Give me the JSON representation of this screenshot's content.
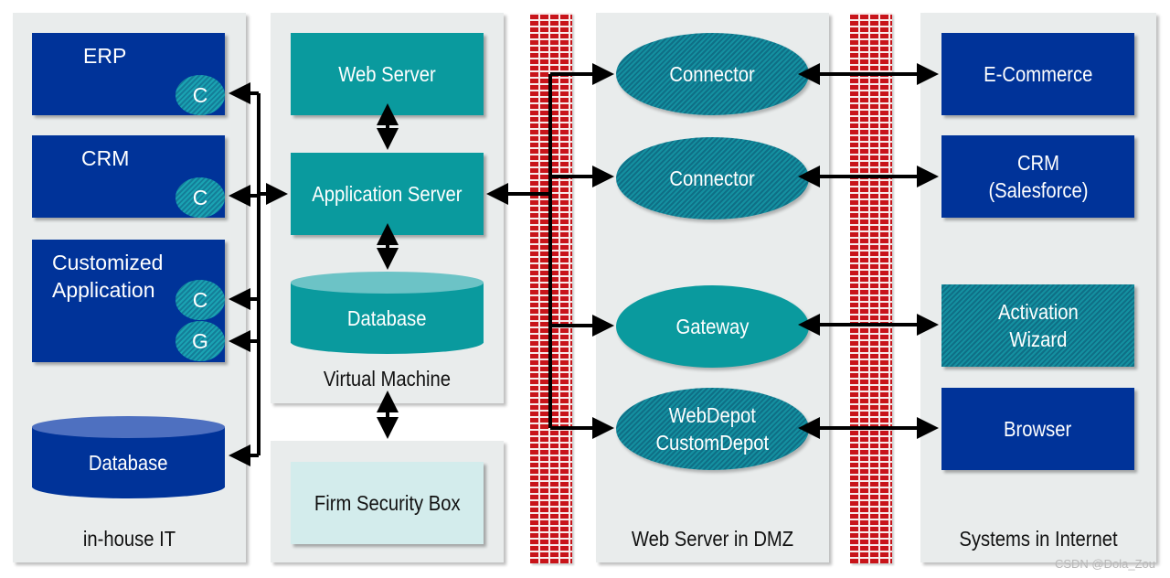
{
  "colors": {
    "navy": "#003399",
    "teal": "#0a9a9e",
    "light_teal": "#d3ecec",
    "firewall_red": "#c8141a",
    "zone_bg": "#e9ecec"
  },
  "zones": {
    "inhouse": {
      "label": "in-house IT",
      "erp": {
        "label": "ERP",
        "badge": "C"
      },
      "crm": {
        "label": "CRM",
        "badge": "C"
      },
      "custom_app": {
        "label": "Customized\nApplication",
        "badge_c": "C",
        "badge_g": "G"
      },
      "database": {
        "label": "Database"
      }
    },
    "vm": {
      "label": "Virtual Machine",
      "web_server": "Web Server",
      "app_server": "Application Server",
      "database": "Database"
    },
    "security": {
      "box": "Firm Security Box"
    },
    "dmz": {
      "label": "Web Server in DMZ",
      "connector1": "Connector",
      "connector2": "Connector",
      "gateway": "Gateway",
      "webdepot": "WebDepot\nCustomDepot"
    },
    "internet": {
      "label": "Systems in Internet",
      "ecommerce": "E-Commerce",
      "crm_salesforce": "CRM\n(Salesforce)",
      "activation_wizard": "Activation\nWizard",
      "browser": "Browser"
    }
  },
  "watermark": "CSDN @Dola_Zou"
}
